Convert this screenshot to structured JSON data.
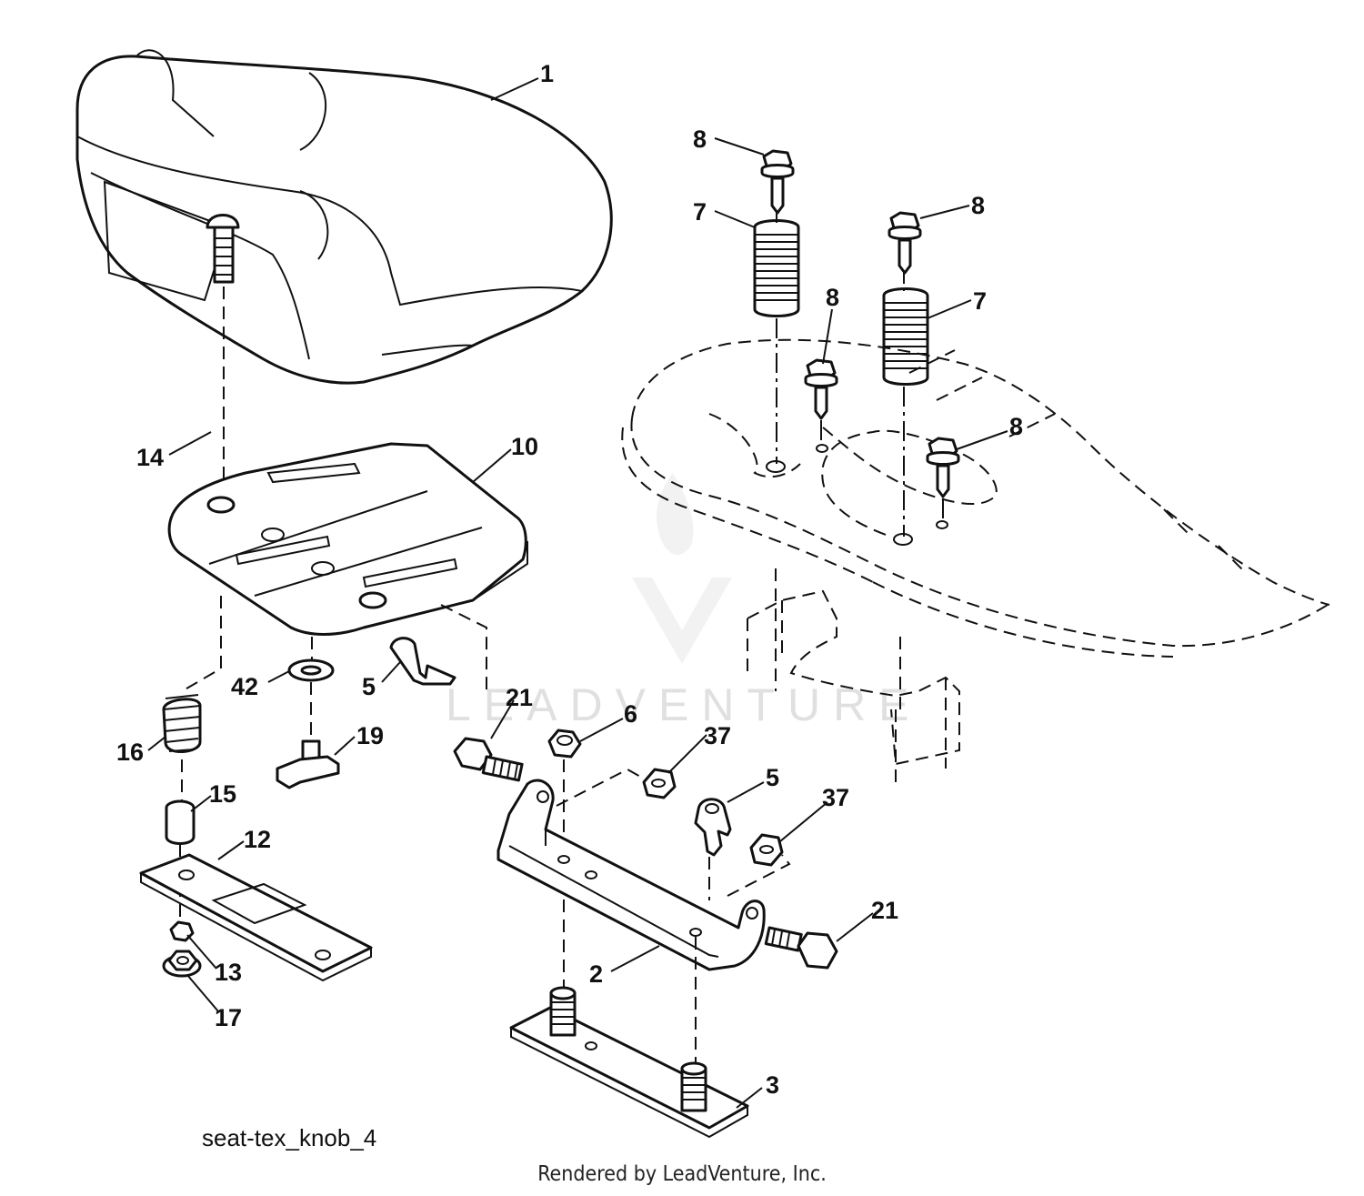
{
  "figure_code": "seat-tex_knob_4",
  "credit": "Rendered by LeadVenture, Inc.",
  "watermark": "LEADVENTURE",
  "callouts": {
    "seat": "1",
    "bracket": "2",
    "base_plate": "3",
    "clip_left": "5",
    "clip_right": "5",
    "nut_6": "6",
    "spring_7_left": "7",
    "spring_7_right": "7",
    "bolt_8_a": "8",
    "bolt_8_b": "8",
    "bolt_8_c": "8",
    "bolt_8_d": "8",
    "seat_pan": "10",
    "slide_plate": "12",
    "nut_13": "13",
    "carriage_bolt_14": "14",
    "spacer_15": "15",
    "spring_16": "16",
    "nut_17": "17",
    "knob_19": "19",
    "bolt_21_left": "21",
    "bolt_21_right": "21",
    "nut_37_left": "37",
    "nut_37_right": "37",
    "washer_42": "42"
  }
}
